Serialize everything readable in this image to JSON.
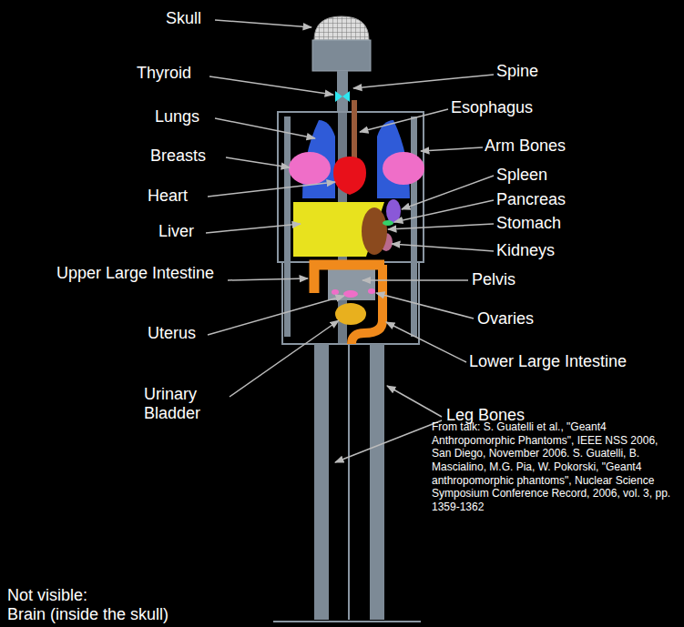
{
  "diagram": {
    "labels": [
      "Skull",
      "Thyroid",
      "Spine",
      "Lungs",
      "Esophagus",
      "Breasts",
      "Arm Bones",
      "Heart",
      "Spleen",
      "Pancreas",
      "Liver",
      "Stomach",
      "Kidneys",
      "Upper Large Intestine",
      "Pelvis",
      "Uterus",
      "Ovaries",
      "Lower Large Intestine",
      "Urinary Bladder",
      "Leg Bones",
      "From talk: S. Guatelli et al., \"Geant4 Anthropomorphic Phantoms\", IEEE NSS 2006, San Diego, November 2006. S. Guatelli, B. Mascialino, M.G. Pia, W. Pokorski, \"Geant4 anthropomorphic phantoms\", Nuclear Science Symposium Conference Record, 2006, vol. 3, pp. 1359-1362",
      "Not visible:",
      "Brain (inside the skull)"
    ]
  }
}
